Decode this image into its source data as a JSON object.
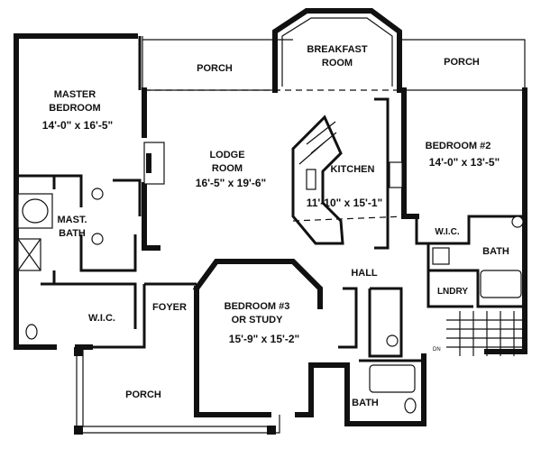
{
  "rooms": {
    "master_bedroom": {
      "name_line1": "MASTER",
      "name_line2": "BEDROOM",
      "dims": "14'-0\" x 16'-5\""
    },
    "mast_bath": {
      "name_line1": "MAST.",
      "name_line2": "BATH"
    },
    "porch_top_left": {
      "name": "PORCH"
    },
    "breakfast_room": {
      "name_line1": "BREAKFAST",
      "name_line2": "ROOM"
    },
    "porch_top_right": {
      "name": "PORCH"
    },
    "lodge_room": {
      "name_line1": "LODGE",
      "name_line2": "ROOM",
      "dims": "16'-5\" x 19'-6\""
    },
    "kitchen": {
      "name": "KITCHEN",
      "dims": "11'-10\" x 15'-1\""
    },
    "bedroom_2": {
      "name": "BEDROOM #2",
      "dims": "14'-0\" x 13'-5\""
    },
    "wic_right": {
      "name": "W.I.C."
    },
    "bath_right": {
      "name": "BATH"
    },
    "hall": {
      "name": "HALL"
    },
    "lndry": {
      "name": "LNDRY"
    },
    "wic_left": {
      "name": "W.I.C."
    },
    "foyer": {
      "name": "FOYER"
    },
    "bedroom_3": {
      "name_line1": "BEDROOM #3",
      "name_line2": "OR STUDY",
      "dims": "15'-9\" x 15'-2\""
    },
    "porch_front": {
      "name": "PORCH"
    },
    "bath_bottom": {
      "name": "BATH"
    }
  },
  "stair_label": "DN"
}
